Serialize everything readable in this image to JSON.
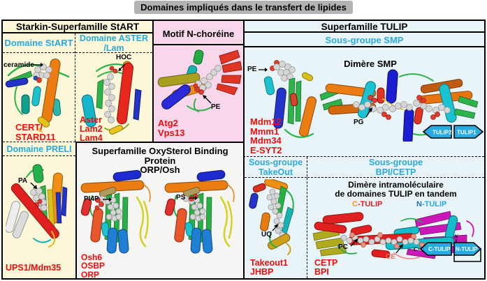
{
  "title": "Domaines impliqués dans le transfert de lipides",
  "starkin": {
    "header": "Starkin-Superfamille StART",
    "start": {
      "header": "Domaine StART",
      "ligand": "ceramide",
      "proteins": [
        "CERT/",
        "STARD11"
      ]
    },
    "aster": {
      "header_lines": [
        "Domaine ASTER",
        "/Lam"
      ],
      "ligand": "HOC",
      "proteins": [
        "Aster",
        "Lam2",
        "Lam4"
      ]
    },
    "preli": {
      "header": "Domaine PRELI",
      "ligand": "PA",
      "proteins": [
        "UPS1/Mdm35"
      ]
    }
  },
  "chorein": {
    "header": "Motif N-choréine",
    "ligand": "PE",
    "proteins": [
      "Atg2",
      "Vps13"
    ]
  },
  "oxysterol": {
    "header_lines": [
      "Superfamille OxySterol Binding Protein",
      "ORP/Osh"
    ],
    "ligands": [
      "PI4P",
      "PS"
    ],
    "proteins": [
      "Osh6",
      "OSBP",
      "ORP"
    ]
  },
  "tulip": {
    "header": "Superfamille TULIP",
    "smp": {
      "header": "Sous-groupe SMP",
      "dimer_caption": "Dimère SMP",
      "ligands": [
        "PE",
        "PG"
      ],
      "proteins": [
        "Mdm12",
        "Mmm1",
        "Mdm34",
        "E-SYT2"
      ],
      "badges": [
        "TULIP2",
        "TULIP1"
      ]
    },
    "takeout": {
      "header_lines": [
        "Sous-groupe",
        "TakeOut"
      ],
      "ligand": "UQ",
      "proteins": [
        "Takeout1",
        "JHBP"
      ]
    },
    "bpi": {
      "header_lines": [
        "Sous-groupe",
        "BPI/CETP"
      ],
      "caption_lines": [
        "Dimère intramoléculaire",
        "de domaines TULIP en tandem"
      ],
      "struct_labels": {
        "c_tulip": {
          "prefix": "C",
          "rest": "-TULIP"
        },
        "n_tulip": {
          "prefix": "N",
          "rest": "-TULIP"
        },
        "pc": "PC",
        "ce": "CE"
      },
      "diagram": {
        "c_term": "C",
        "n_term": "N",
        "c_badge": "C-TULIP",
        "n_badge": "N-TULIP"
      },
      "proteins": [
        "CETP",
        "BPI"
      ]
    }
  }
}
